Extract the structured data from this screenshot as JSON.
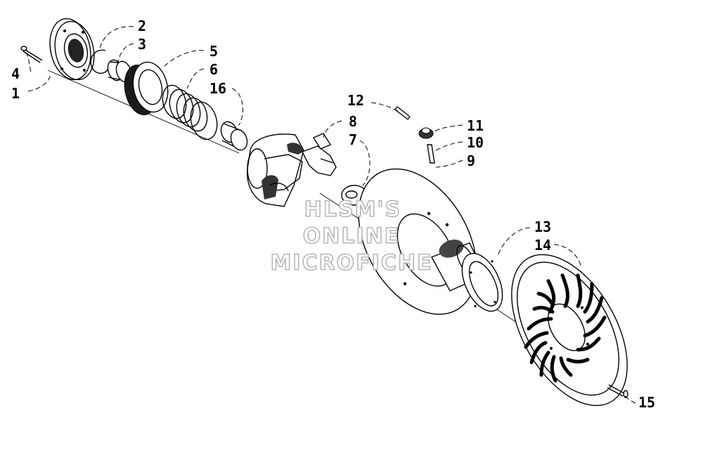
{
  "watermark": {
    "line1": "HLSM'S",
    "line2": "ONLINE",
    "line3": "MICROFICHE"
  },
  "callouts": [
    {
      "id": "c1",
      "text": "1"
    },
    {
      "id": "c2",
      "text": "2"
    },
    {
      "id": "c3",
      "text": "3"
    },
    {
      "id": "c4",
      "text": "4"
    },
    {
      "id": "c5",
      "text": "5"
    },
    {
      "id": "c6",
      "text": "6"
    },
    {
      "id": "c7",
      "text": "7"
    },
    {
      "id": "c8",
      "text": "8"
    },
    {
      "id": "c9",
      "text": "9"
    },
    {
      "id": "c10",
      "text": "10"
    },
    {
      "id": "c11",
      "text": "11"
    },
    {
      "id": "c12",
      "text": "12"
    },
    {
      "id": "c13",
      "text": "13"
    },
    {
      "id": "c14",
      "text": "14"
    },
    {
      "id": "c15",
      "text": "15"
    },
    {
      "id": "c16",
      "text": "16"
    }
  ]
}
